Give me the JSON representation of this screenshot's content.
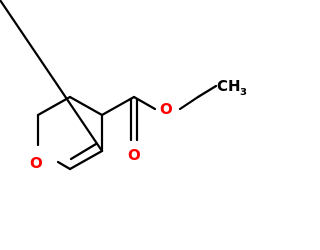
{
  "molecule": {
    "atoms": {
      "ring_oxygen": "O",
      "carbonyl_oxygen": "O",
      "ester_oxygen": "O",
      "methyl": "CH",
      "methyl_subscript": "3"
    },
    "colors": {
      "bond": "#000000",
      "oxygen": "#ff0000",
      "carbon_label": "#000000",
      "background": "#ffffff"
    }
  }
}
